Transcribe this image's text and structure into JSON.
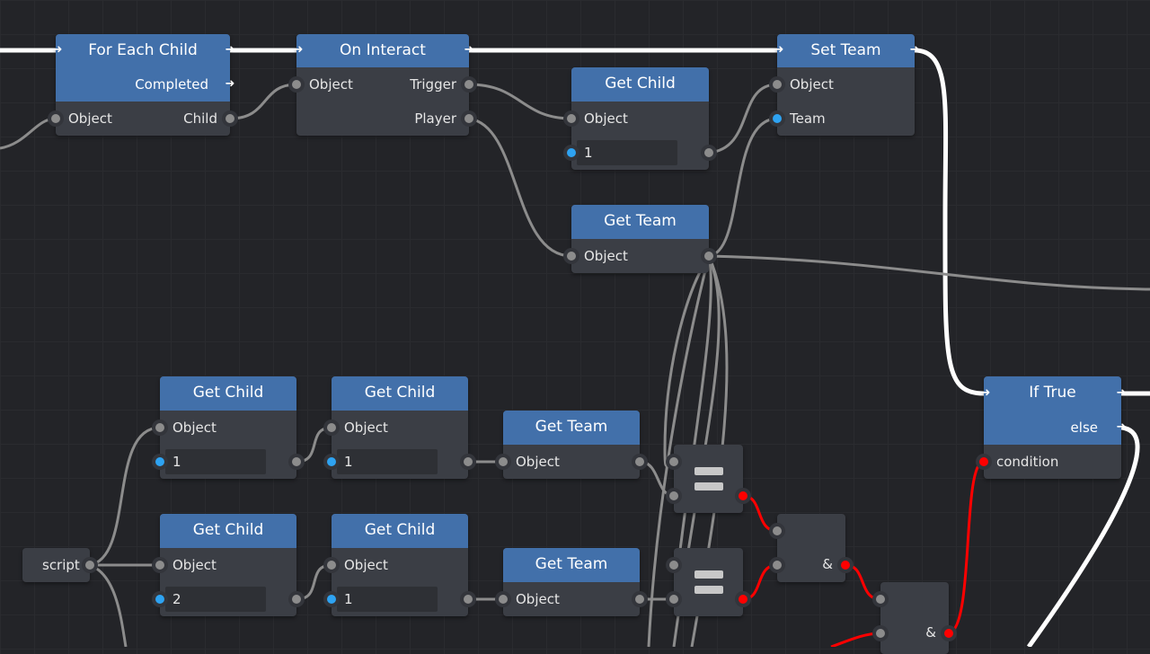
{
  "colors": {
    "background": "#232428",
    "node_header": "#4270aa",
    "node_body": "#3b3e45",
    "exec_wire": "#ffffff",
    "data_wire": "#8c8c8c",
    "bool_wire": "#ff0000",
    "int_port": "#2ea3f2"
  },
  "nodes": {
    "for_each_child": {
      "title": "For Each Child",
      "completed": "Completed",
      "object": "Object",
      "child": "Child"
    },
    "on_interact": {
      "title": "On Interact",
      "object": "Object",
      "trigger": "Trigger",
      "player": "Player"
    },
    "get_child_top": {
      "title": "Get Child",
      "object": "Object",
      "value": "1"
    },
    "set_team": {
      "title": "Set Team",
      "object": "Object",
      "team": "Team"
    },
    "get_team_top": {
      "title": "Get Team",
      "object": "Object"
    },
    "if_true": {
      "title": "If True",
      "else": "else",
      "condition": "condition"
    },
    "get_child_a": {
      "title": "Get Child",
      "object": "Object",
      "value": "1"
    },
    "get_child_b": {
      "title": "Get Child",
      "object": "Object",
      "value": "1"
    },
    "get_team_c": {
      "title": "Get Team",
      "object": "Object"
    },
    "get_child_d": {
      "title": "Get Child",
      "object": "Object",
      "value": "2"
    },
    "get_child_e": {
      "title": "Get Child",
      "object": "Object",
      "value": "1"
    },
    "get_team_f": {
      "title": "Get Team",
      "object": "Object"
    },
    "and_1": {
      "symbol": "&"
    },
    "and_2": {
      "symbol": "&"
    },
    "script": {
      "label": "script"
    }
  }
}
